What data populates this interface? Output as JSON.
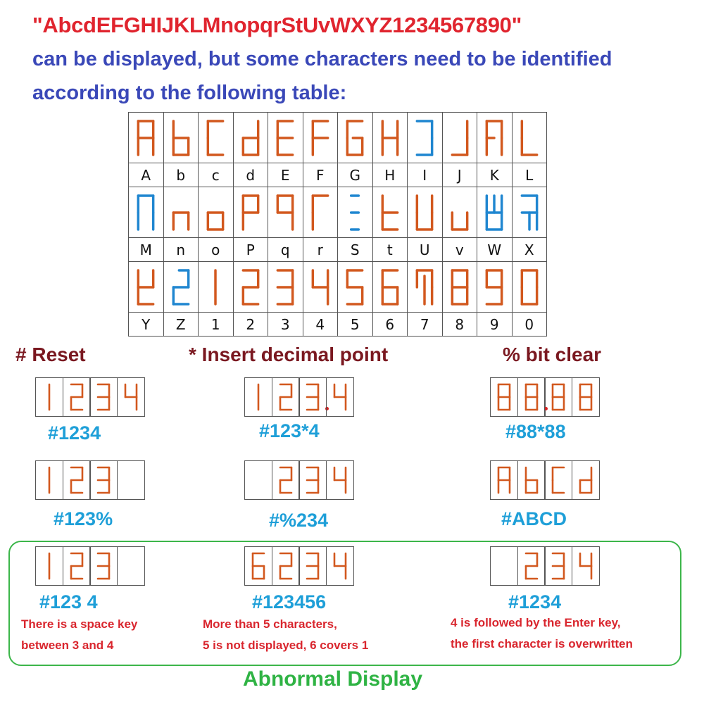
{
  "header": {
    "line1": "\"AbcdEFGHIJKLMnopqrStUvWXYZ1234567890\"",
    "line2": "can be displayed, but some characters need to be identified",
    "line3": "according to the following table:"
  },
  "colors": {
    "segment_orange": "#d2581e",
    "segment_blue": "#1f86d0",
    "title_red": "#e0242e",
    "text_blue": "#3a48b8",
    "section_title": "#7a1820",
    "code_blue": "#1e9fd8",
    "note_red": "#d9262e",
    "abnormal_green": "#2fb344"
  },
  "table": {
    "rows": [
      [
        {
          "label": "A",
          "glyph": "A",
          "color": "orange"
        },
        {
          "label": "b",
          "glyph": "b",
          "color": "orange"
        },
        {
          "label": "c",
          "glyph": "c",
          "color": "orange"
        },
        {
          "label": "d",
          "glyph": "d",
          "color": "orange"
        },
        {
          "label": "E",
          "glyph": "E",
          "color": "orange"
        },
        {
          "label": "F",
          "glyph": "F",
          "color": "orange"
        },
        {
          "label": "G",
          "glyph": "G",
          "color": "orange"
        },
        {
          "label": "H",
          "glyph": "H",
          "color": "orange"
        },
        {
          "label": "I",
          "glyph": "I",
          "color": "blue"
        },
        {
          "label": "J",
          "glyph": "J",
          "color": "orange"
        },
        {
          "label": "K",
          "glyph": "K",
          "color": "orange"
        },
        {
          "label": "L",
          "glyph": "L",
          "color": "orange"
        }
      ],
      [
        {
          "label": "M",
          "glyph": "M",
          "color": "blue"
        },
        {
          "label": "n",
          "glyph": "n",
          "color": "orange"
        },
        {
          "label": "o",
          "glyph": "o",
          "color": "orange"
        },
        {
          "label": "P",
          "glyph": "P",
          "color": "orange"
        },
        {
          "label": "q",
          "glyph": "q",
          "color": "orange"
        },
        {
          "label": "r",
          "glyph": "r",
          "color": "orange"
        },
        {
          "label": "S",
          "glyph": "S",
          "color": "blue"
        },
        {
          "label": "t",
          "glyph": "t",
          "color": "orange"
        },
        {
          "label": "U",
          "glyph": "U",
          "color": "orange"
        },
        {
          "label": "v",
          "glyph": "v",
          "color": "orange"
        },
        {
          "label": "W",
          "glyph": "W",
          "color": "blue"
        },
        {
          "label": "X",
          "glyph": "X",
          "color": "blue"
        }
      ],
      [
        {
          "label": "Y",
          "glyph": "Y",
          "color": "orange"
        },
        {
          "label": "Z",
          "glyph": "Z",
          "color": "blue"
        },
        {
          "label": "1",
          "glyph": "1",
          "color": "orange"
        },
        {
          "label": "2",
          "glyph": "2",
          "color": "orange"
        },
        {
          "label": "3",
          "glyph": "3",
          "color": "orange"
        },
        {
          "label": "4",
          "glyph": "4",
          "color": "orange"
        },
        {
          "label": "5",
          "glyph": "5",
          "color": "orange"
        },
        {
          "label": "6",
          "glyph": "6",
          "color": "orange"
        },
        {
          "label": "7",
          "glyph": "7",
          "color": "orange"
        },
        {
          "label": "8",
          "glyph": "8",
          "color": "orange"
        },
        {
          "label": "9",
          "glyph": "9",
          "color": "orange"
        },
        {
          "label": "0",
          "glyph": "0",
          "color": "orange"
        }
      ]
    ]
  },
  "sections": {
    "reset": "# Reset",
    "decimal": "* Insert decimal point",
    "bitclear": "% bit clear"
  },
  "examples": [
    {
      "id": "ex1",
      "digits": [
        "1",
        "2",
        "3",
        "4"
      ],
      "code": "#1234"
    },
    {
      "id": "ex2",
      "digits": [
        "1",
        "2",
        "3",
        "4"
      ],
      "dp": 2,
      "code": "#123*4"
    },
    {
      "id": "ex3",
      "digits": [
        "8",
        "8",
        "8",
        "8"
      ],
      "dp": 1,
      "code": "#88*88"
    },
    {
      "id": "ex4",
      "digits": [
        "1",
        "2",
        "3",
        ""
      ],
      "code": "#123%"
    },
    {
      "id": "ex5",
      "digits": [
        "",
        "2",
        "3",
        "4"
      ],
      "code": "#%234"
    },
    {
      "id": "ex6",
      "digits": [
        "A",
        "b",
        "c",
        "d"
      ],
      "code": "#ABCD"
    },
    {
      "id": "ex7",
      "digits": [
        "1",
        "2",
        "3",
        ""
      ],
      "code": "#123 4"
    },
    {
      "id": "ex8",
      "digits": [
        "6",
        "2",
        "3",
        "4"
      ],
      "code": "#123456"
    },
    {
      "id": "ex9",
      "digits": [
        "",
        "2",
        "3",
        "4"
      ],
      "code": "#1234"
    }
  ],
  "notes": {
    "ex7": [
      "There is a space key",
      "between 3 and 4"
    ],
    "ex8": [
      "More than 5 characters,",
      "5 is not displayed, 6 covers 1"
    ],
    "ex9": [
      "4 is followed by the Enter key,",
      "the first character is overwritten"
    ]
  },
  "abnormal_title": "Abnormal Display"
}
